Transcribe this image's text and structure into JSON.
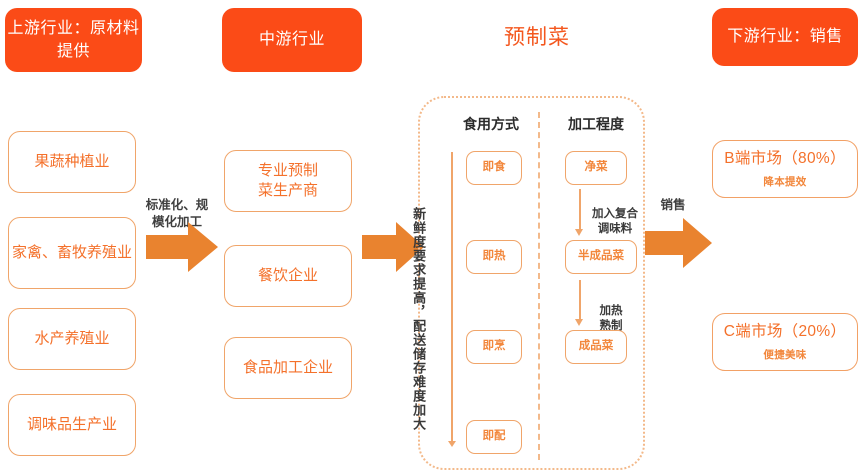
{
  "headers": [
    {
      "id": "upstream",
      "label": "上游行业：原材料提供"
    },
    {
      "id": "midstream",
      "label": "中游行业"
    },
    {
      "id": "downstream",
      "label": "下游行业：销售"
    }
  ],
  "section_title": "预制菜",
  "upstream": {
    "items": [
      {
        "label": "果蔬种植业"
      },
      {
        "label": "家禽、畜牧养殖业"
      },
      {
        "label": "水产养殖业"
      },
      {
        "label": "调味品生产业"
      }
    ]
  },
  "arrows": [
    {
      "id": "processing",
      "label": "标准化、规\n模化加工"
    },
    {
      "id": "to-prepared",
      "label": ""
    },
    {
      "id": "sales",
      "label": "销售"
    }
  ],
  "midstream": {
    "items": [
      {
        "label": "专业预制\n菜生产商"
      },
      {
        "label": "餐饮企业"
      },
      {
        "label": "食品加工企业"
      }
    ]
  },
  "prepared_panel": {
    "vertical_note": "新鲜度要求提高，配送储存难度加大",
    "columns": [
      {
        "id": "consumption-mode",
        "header": "食用方式",
        "items": [
          {
            "label": "即食"
          },
          {
            "label": "即热"
          },
          {
            "label": "即烹"
          },
          {
            "label": "即配"
          }
        ]
      },
      {
        "id": "processing-degree",
        "header": "加工程度",
        "items": [
          {
            "label": "净菜"
          },
          {
            "label": "半成品菜"
          },
          {
            "label": "成品菜"
          }
        ],
        "steps": [
          {
            "label": "加入复合\n调味料"
          },
          {
            "label": "加热\n熟制"
          }
        ]
      }
    ]
  },
  "downstream": {
    "items": [
      {
        "title": "B端市场（80%）",
        "sub": "降本提效"
      },
      {
        "title": "C端市场（20%）",
        "sub": "便捷美味"
      }
    ]
  },
  "colors": {
    "header_fill": "#FB4B17",
    "accent_orange": "#E9832F",
    "box_border": "#F0A56A",
    "box_text": "#F4712B",
    "panel_border": "#F3B98A",
    "label_text": "#3a3a3a"
  }
}
